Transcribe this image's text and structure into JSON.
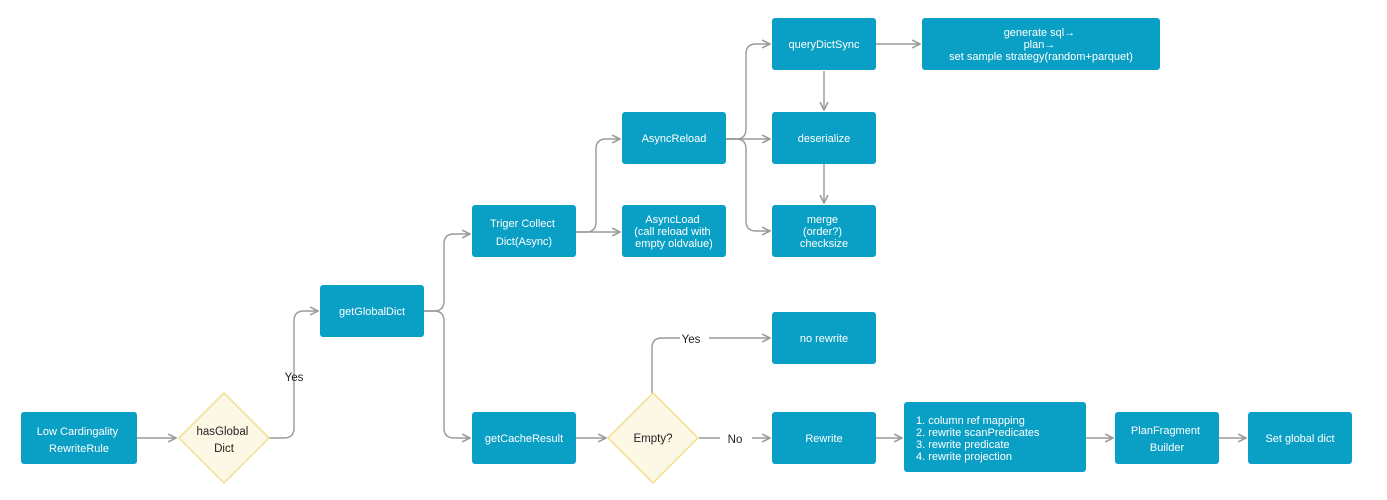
{
  "colors": {
    "process_fill": "#0a9fc4",
    "decision_fill": "#fdf8e6",
    "decision_stroke": "#f2dd8a",
    "edge": "#9a9a9a"
  },
  "nodes": {
    "low_cardinality": {
      "lines": [
        "Low Cardingality",
        "RewriteRule"
      ]
    },
    "has_global_dict": {
      "lines": [
        "hasGlobal",
        "Dict"
      ]
    },
    "get_global_dict": {
      "lines": [
        "getGlobalDict"
      ]
    },
    "triger_collect": {
      "lines": [
        "Triger Collect",
        "Dict(Async)"
      ]
    },
    "async_reload": {
      "lines": [
        "AsyncReload"
      ]
    },
    "async_load": {
      "lines": [
        "AsyncLoad",
        "(call reload with",
        "empty oldvalue)"
      ]
    },
    "query_dict_sync": {
      "lines": [
        "queryDictSync"
      ]
    },
    "generate_sql": {
      "lines": [
        "generate sql→",
        "plan→",
        "set sample strategy(random+parquet)"
      ]
    },
    "deserialize": {
      "lines": [
        "deserialize"
      ]
    },
    "merge": {
      "lines": [
        "merge",
        "(order?)",
        "checksize"
      ]
    },
    "get_cache_result": {
      "lines": [
        "getCacheResult"
      ]
    },
    "empty_decision": {
      "lines": [
        "Empty?"
      ]
    },
    "no_rewrite": {
      "lines": [
        "no rewrite"
      ]
    },
    "rewrite": {
      "lines": [
        "Rewrite"
      ]
    },
    "rewrite_steps": {
      "lines": [
        "1.  column ref mapping",
        "2.  rewrite scanPredicates",
        "3.  rewrite predicate",
        "4.  rewrite projection"
      ]
    },
    "plan_fragment_builder": {
      "lines": [
        "PlanFragment",
        "Builder"
      ]
    },
    "set_global_dict": {
      "lines": [
        "Set global dict"
      ]
    }
  },
  "edge_labels": {
    "has_dict_yes": "Yes",
    "empty_yes": "Yes",
    "empty_no": "No"
  }
}
